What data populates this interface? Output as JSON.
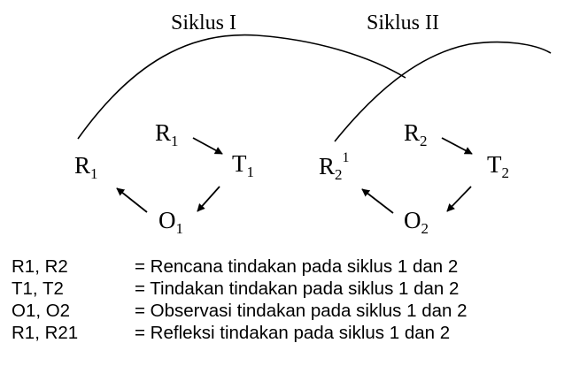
{
  "cycles": [
    {
      "title": "Siklus I",
      "plan_start": {
        "base": "R",
        "sub": "1"
      },
      "plan": {
        "base": "R",
        "sub": "1"
      },
      "action": {
        "base": "T",
        "sub": "1"
      },
      "observation": {
        "base": "O",
        "sub": "1"
      }
    },
    {
      "title": "Siklus II",
      "plan_start": {
        "base": "R",
        "sub": "2",
        "sup": "1"
      },
      "plan": {
        "base": "R",
        "sub": "2"
      },
      "action": {
        "base": "T",
        "sub": "2"
      },
      "observation": {
        "base": "O",
        "sub": "2"
      }
    }
  ],
  "legend": [
    {
      "key": "R1, R2",
      "desc": "= Rencana tindakan pada siklus 1 dan 2"
    },
    {
      "key": "T1, T2",
      "desc": "= Tindakan tindakan pada siklus 1 dan 2"
    },
    {
      "key": "O1, O2",
      "desc": "= Observasi tindakan pada siklus 1 dan 2"
    },
    {
      "key": "R1, R21",
      "desc": "= Refleksi tindakan pada siklus 1 dan 2"
    }
  ]
}
